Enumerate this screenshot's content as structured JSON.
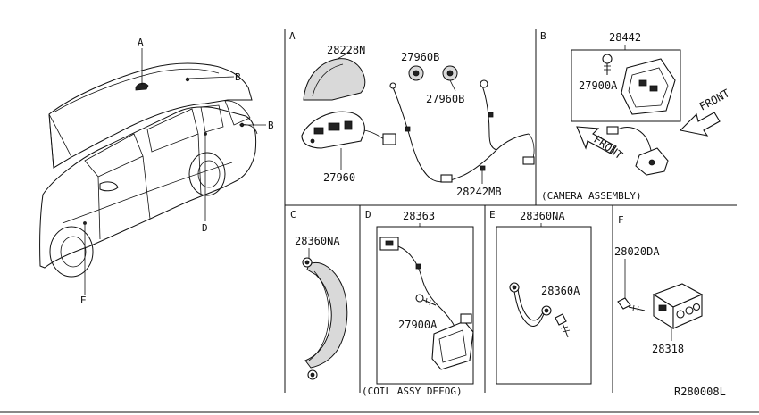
{
  "vehicle": {
    "callouts": {
      "a": "A",
      "b1": "B",
      "b2": "B",
      "d": "D",
      "e": "E"
    }
  },
  "sections": {
    "a": {
      "letter": "A",
      "parts": {
        "antenna_cover": "28228N",
        "grommet_top": "27960B",
        "grommet_bottom": "27960B",
        "antenna_base": "27960",
        "feeder_harness": "28242MB"
      }
    },
    "b": {
      "letter": "B",
      "caption": "(CAMERA ASSEMBLY)",
      "parts": {
        "camera": "28442",
        "screw": "27900A"
      },
      "front_label_1": "FRONT",
      "front_label_2": "FRONT"
    },
    "c": {
      "letter": "C",
      "parts": {
        "ground_strap": "28360NA"
      }
    },
    "d": {
      "letter": "D",
      "caption": "(COIL ASSY DEFOG)",
      "parts": {
        "coil": "28363",
        "screw": "27900A"
      }
    },
    "e": {
      "letter": "E",
      "parts": {
        "strap": "28360NA",
        "bolt": "28360A"
      }
    },
    "f": {
      "letter": "F",
      "parts": {
        "bolt": "28020DA",
        "amp": "28318"
      }
    }
  },
  "diagram_code": "R280008L"
}
